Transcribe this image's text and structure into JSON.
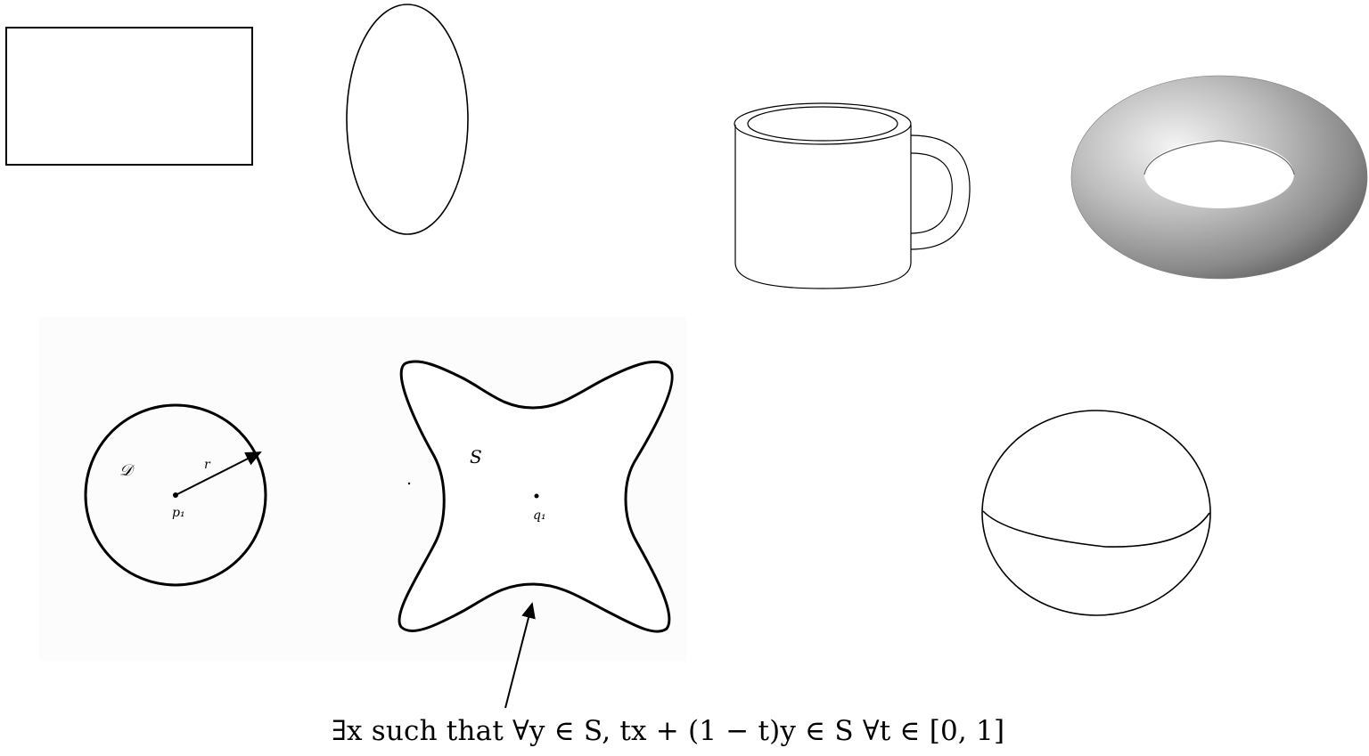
{
  "labels": {
    "disk_region": "𝒟",
    "disk_radius": "r",
    "disk_center": "p₁",
    "star_set": "S",
    "star_point": "q₁"
  },
  "formula": "∃x such that ∀y ∈ S,    tx + (1 − t)y ∈ S  ∀t ∈ [0, 1]",
  "colors": {
    "stroke": "#000000",
    "background": "#ffffff",
    "panel_tint": "#fcfcfc",
    "torus_light": "#f2f2f2",
    "torus_dark": "#5a5a5a"
  }
}
